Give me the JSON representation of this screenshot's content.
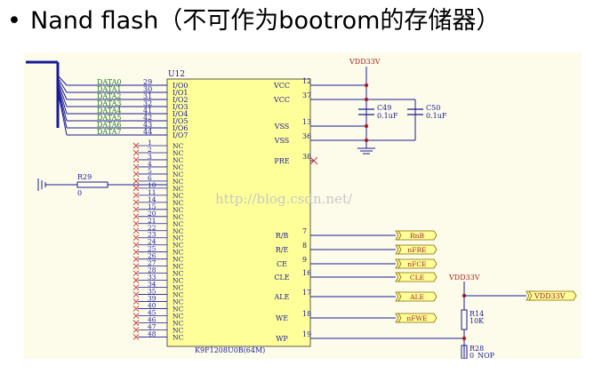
{
  "slide": {
    "bullet": "•",
    "title": "Nand flash（不可作为bootrom的存储器）"
  },
  "schematic": {
    "colors": {
      "background": "#fdfcea",
      "chip_fill": "#ffff99",
      "wire": "#1a1a99",
      "net_label_text": "#1a7a1a",
      "ref_text": "#1a1a99",
      "power_text": "#aa2222",
      "no_connect": "#cc3333",
      "port_fill": "#ffff99",
      "port_text": "#aa2222",
      "watermark": "#c8c8c8"
    },
    "chip": {
      "ref": "U12",
      "part": "K9F1208U0B(64M)",
      "left_pins": [
        {
          "net": "DATA0",
          "num": "29",
          "name": "I/O0"
        },
        {
          "net": "DATA1",
          "num": "30",
          "name": "I/O1"
        },
        {
          "net": "DATA2",
          "num": "31",
          "name": "I/O2"
        },
        {
          "net": "DATA3",
          "num": "32",
          "name": "I/O3"
        },
        {
          "net": "DATA4",
          "num": "41",
          "name": "I/O4"
        },
        {
          "net": "DATA5",
          "num": "42",
          "name": "I/O5"
        },
        {
          "net": "DATA6",
          "num": "43",
          "name": "I/O6"
        },
        {
          "net": "DATA7",
          "num": "44",
          "name": "I/O7"
        }
      ],
      "nc_pins": [
        "1",
        "2",
        "3",
        "4",
        "5",
        "6",
        "10",
        "11",
        "14",
        "15",
        "20",
        "21",
        "22",
        "23",
        "24",
        "25",
        "26",
        "27",
        "28",
        "33",
        "34",
        "35",
        "39",
        "40",
        "45",
        "46",
        "47",
        "48"
      ],
      "nc_label": "NC",
      "right_pins": [
        {
          "name": "VCC",
          "num": "12"
        },
        {
          "name": "VCC",
          "num": "37"
        },
        {
          "name": "VSS",
          "num": "13"
        },
        {
          "name": "VSS",
          "num": "36"
        },
        {
          "name": "PRE",
          "num": "38"
        },
        {
          "name": "R/B",
          "num": "7",
          "port": "RnB"
        },
        {
          "name": "R/E",
          "num": "8",
          "port": "nFRE"
        },
        {
          "name": "CE",
          "num": "9",
          "port": "nFCE"
        },
        {
          "name": "CLE",
          "num": "16",
          "port": "CLE"
        },
        {
          "name": "ALE",
          "num": "17",
          "port": "ALE"
        },
        {
          "name": "WE",
          "num": "18",
          "port": "nFWE"
        },
        {
          "name": "WP",
          "num": "19"
        }
      ]
    },
    "resistor_r29": {
      "ref": "R29",
      "value": "0"
    },
    "cap_c49": {
      "ref": "C49",
      "value": "0.1uF"
    },
    "cap_c50": {
      "ref": "C50",
      "value": "0.1uF"
    },
    "power_top": "VDD33V",
    "power_wp": "VDD33V",
    "power_port": "VDD33V",
    "resistor_r14": {
      "ref": "R14",
      "value": "10K"
    },
    "resistor_r28": {
      "ref": "R28",
      "value": "0_NOP"
    },
    "watermark": "http://blog.csdn.net/"
  }
}
